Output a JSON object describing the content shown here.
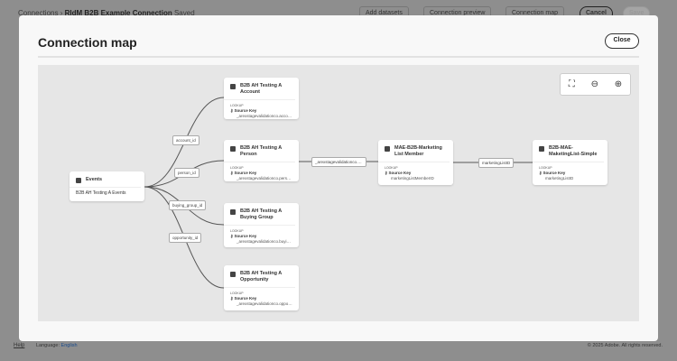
{
  "topbar": {
    "crumb_root": "Connections",
    "crumb_current": "RIdM B2B Example Connection",
    "status": "Saved",
    "add_datasets": "Add datasets",
    "connection_preview": "Connection preview",
    "connection_map": "Connection map",
    "cancel": "Cancel",
    "save": "Save"
  },
  "dialog": {
    "title": "Connection map",
    "close": "Close"
  },
  "zoom": {
    "fit": "fit-screen-icon",
    "out": "zoom-out-icon",
    "in": "zoom-in-icon"
  },
  "nodes": {
    "events": {
      "title": "Events",
      "subtitle": "B2B AH Testing A Events"
    },
    "account": {
      "title": "B2B AH Testing A Account",
      "type": "LOOKUP",
      "key_label": "Source Key",
      "key": "_arexstagevalidationco.account_id"
    },
    "person": {
      "title": "B2B AH Testing A Person",
      "type": "LOOKUP",
      "key_label": "Source Key",
      "key": "_arexstagevalidationco.person_id"
    },
    "buying": {
      "title": "B2B AH Testing A Buying Group",
      "type": "LOOKUP",
      "key_label": "Source Key",
      "key": "_arexstagevalidationco.buying_g..."
    },
    "opportunity": {
      "title": "B2B AH Testing A Opportunity",
      "type": "LOOKUP",
      "key_label": "Source Key",
      "key": "_arexstagevalidationco.opportu..."
    },
    "member": {
      "title": "MAE-B2B-Marketing List Member",
      "type": "LOOKUP",
      "key_label": "Source Key",
      "key": "marketingListMemberID"
    },
    "simple": {
      "title": "B2B-MAE-MaketingList-Simple",
      "type": "LOOKUP",
      "key_label": "Source Key",
      "key": "marketingListID"
    }
  },
  "edges": {
    "account": "account_id",
    "person": "person_id",
    "buying": "buying_group_id",
    "opportunity": "opportunity_id",
    "person_member": "_arexstagevalidationco.perso...",
    "member_simple": "marketingListID"
  },
  "footer": {
    "help": "Help",
    "language_label": "Language:",
    "language": "English",
    "copyright": "© 2025 Adobe. All rights reserved."
  }
}
